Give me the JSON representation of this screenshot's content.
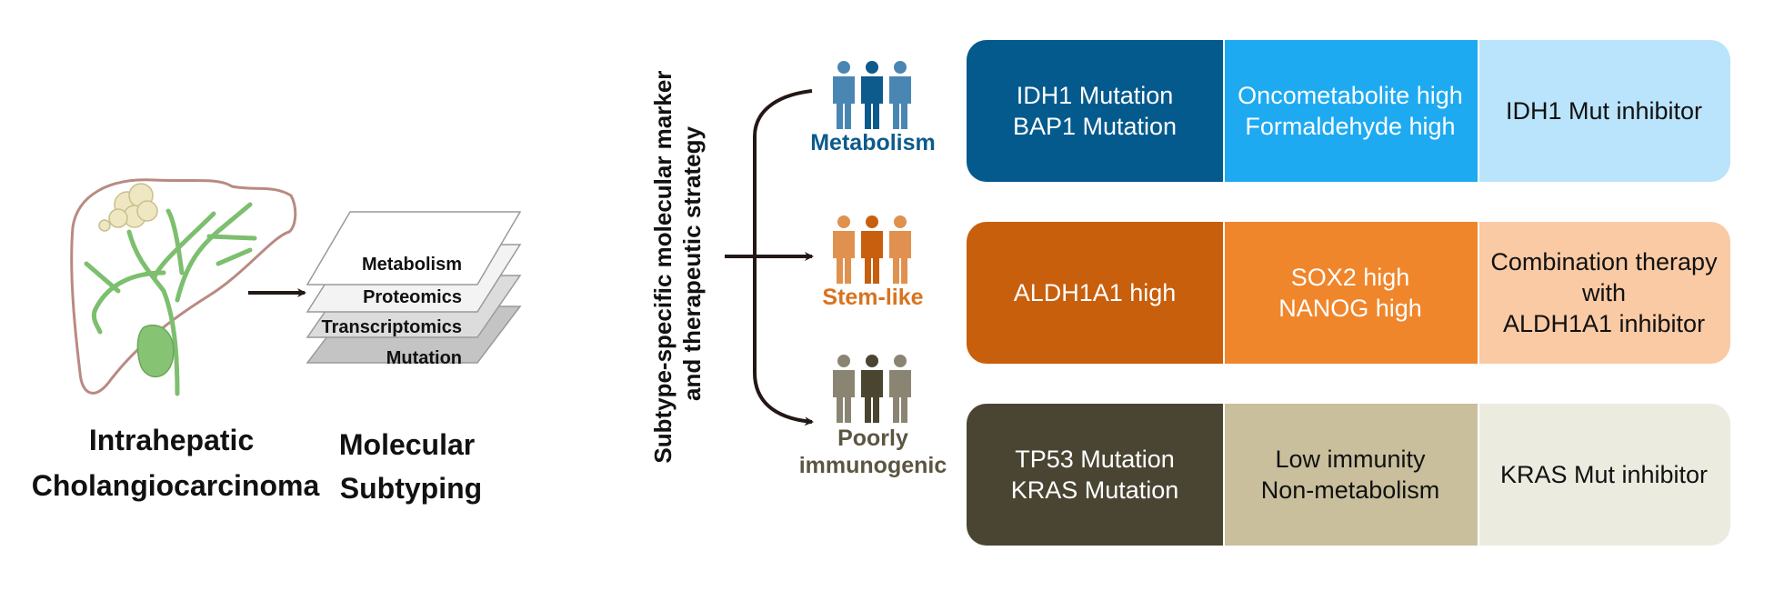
{
  "left": {
    "tissue_title": [
      "Intrahepatic",
      "Cholangiocarcinoma"
    ],
    "subtyping_title": [
      "Molecular",
      "Subtyping"
    ],
    "layers": [
      "Metabolism",
      "Proteomics",
      "Transcriptomics",
      "Mutation"
    ]
  },
  "vertical_label": [
    "Subtype-specific molecular marker",
    "and therapeutic strategy"
  ],
  "subtypes": [
    {
      "name": [
        "Metabolism"
      ],
      "label_color": "#0d5a8c",
      "icon_colors": [
        "#4a86b3",
        "#0d5a8c"
      ],
      "cells": [
        {
          "lines": [
            "IDH1 Mutation",
            "BAP1 Mutation"
          ],
          "color": "#045a8d"
        },
        {
          "lines": [
            "Oncometabolite high",
            "Formaldehyde high"
          ],
          "color": "#1eaaf1"
        },
        {
          "lines": [
            "IDH1 Mut inhibitor"
          ],
          "color": "#b9e4fb"
        }
      ]
    },
    {
      "name": [
        "Stem-like"
      ],
      "label_color": "#d9731f",
      "icon_colors": [
        "#e0914f",
        "#c75f0e"
      ],
      "cells": [
        {
          "lines": [
            "ALDH1A1 high"
          ],
          "color": "#c85f0d"
        },
        {
          "lines": [
            "SOX2 high",
            "NANOG high"
          ],
          "color": "#f0862b"
        },
        {
          "lines": [
            "Combination therapy",
            "with",
            "ALDH1A1 inhibitor"
          ],
          "color": "#f9caa4"
        }
      ]
    },
    {
      "name": [
        "Poorly",
        "immunogenic"
      ],
      "label_color": "#5b5642",
      "icon_colors": [
        "#8a8573",
        "#4a4531"
      ],
      "cells": [
        {
          "lines": [
            "TP53 Mutation",
            "KRAS Mutation"
          ],
          "color": "#4a4532"
        },
        {
          "lines": [
            "Low immunity",
            "Non-metabolism"
          ],
          "color": "#c9bf9c"
        },
        {
          "lines": [
            "KRAS Mut inhibitor"
          ],
          "color": "#ecebe0"
        }
      ]
    }
  ]
}
